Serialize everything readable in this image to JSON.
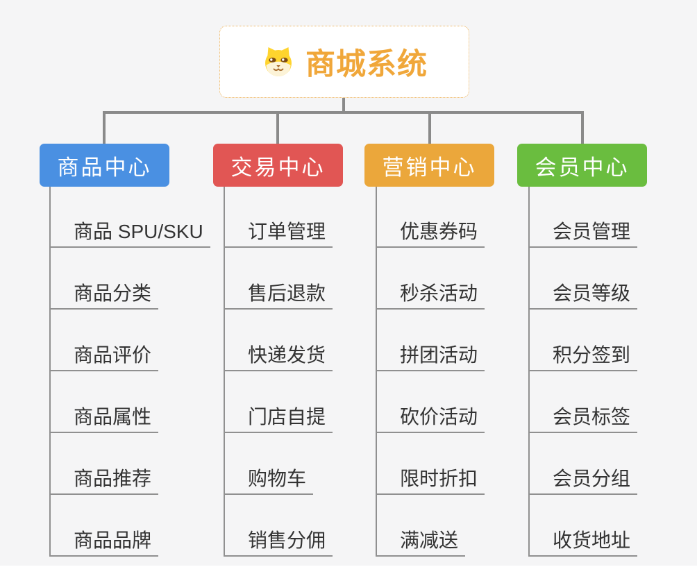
{
  "root": {
    "title": "商城系统",
    "icon": "dog-face-icon",
    "text_color": "#f0a73a",
    "border_color": "#edb45e"
  },
  "branches": [
    {
      "label": "商品中心",
      "color": "#4a90e2",
      "children": [
        "商品 SPU/SKU",
        "商品分类",
        "商品评价",
        "商品属性",
        "商品推荐",
        "商品品牌"
      ]
    },
    {
      "label": "交易中心",
      "color": "#e15654",
      "children": [
        "订单管理",
        "售后退款",
        "快递发货",
        "门店自提",
        "购物车",
        "销售分佣"
      ]
    },
    {
      "label": "营销中心",
      "color": "#eba73b",
      "children": [
        "优惠券码",
        "秒杀活动",
        "拼团活动",
        "砍价活动",
        "限时折扣",
        "满减送"
      ]
    },
    {
      "label": "会员中心",
      "color": "#6abd3f",
      "children": [
        "会员管理",
        "会员等级",
        "积分签到",
        "会员标签",
        "会员分组",
        "收货地址"
      ]
    }
  ],
  "canvas": {
    "background": "#f5f5f6",
    "connector_color": "#8a8a8a",
    "thin_line_color": "#909090",
    "leaf_text_color": "#333333"
  }
}
